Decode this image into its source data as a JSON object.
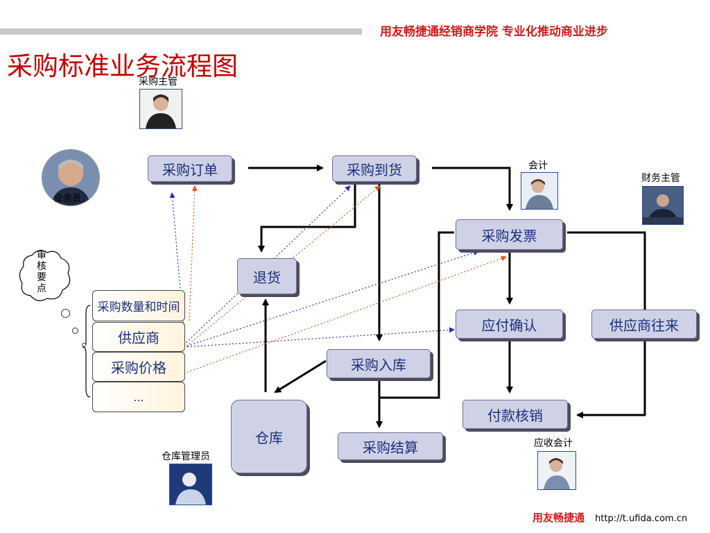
{
  "header": {
    "slogan": "用友畅捷通经销商学院   专业化推动商业进步",
    "title": "采购标准业务流程图"
  },
  "roles": {
    "purchase_manager": "采购主管",
    "salesman": "业务员",
    "accountant": "会计",
    "finance_manager": "财务主管",
    "warehouse_manager": "仓库管理员",
    "receivable_accountant": "应收会计"
  },
  "nodes": {
    "purchase_order": "采购订单",
    "goods_arrival": "采购到货",
    "purchase_invoice": "采购发票",
    "return_goods": "退货",
    "payable_confirm": "应付确认",
    "supplier_account": "供应商往来",
    "purchase_inbound": "采购入库",
    "warehouse": "仓库",
    "payment_writeoff": "付款核销",
    "purchase_settlement": "采购结算"
  },
  "review_points": {
    "cloud_label": [
      "审",
      "核",
      "要",
      "点"
    ],
    "items": [
      "采购数量和时间",
      "供应商",
      "采购价格",
      "..."
    ]
  },
  "footer": {
    "brand": "用友畅捷通",
    "url": "http://t.ufida.com.cn"
  },
  "colors": {
    "title_red": "#c20000",
    "node_fill": "#cfd2e6",
    "node_text": "#1a2f7a",
    "dotted_red": "#e0561e",
    "dotted_blue": "#2b2bb0"
  }
}
